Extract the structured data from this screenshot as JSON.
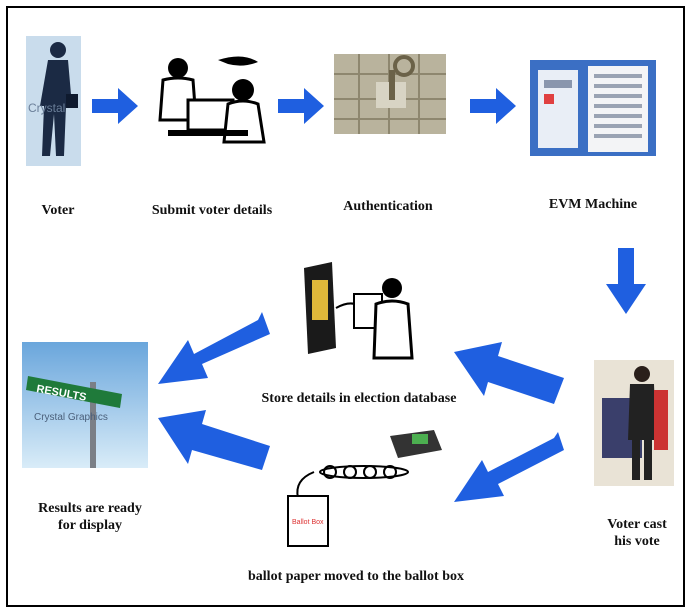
{
  "steps": {
    "voter": "Voter",
    "submit": "Submit voter details",
    "auth": "Authentication",
    "evm": "EVM Machine",
    "cast_line1": "Voter cast",
    "cast_line2": "his vote",
    "store": "Store details in election database",
    "ballot": "ballot paper moved to the ballot box",
    "results_line1": "Results are ready",
    "results_line2": "for display"
  },
  "image_text": {
    "watermark": "Crystal",
    "results_sign": "RESULTS",
    "watermark2": "Crystal Graphics",
    "ballot_box": "Ballot Box"
  },
  "colors": {
    "arrow": "#1f5fe0",
    "border": "#000000"
  }
}
